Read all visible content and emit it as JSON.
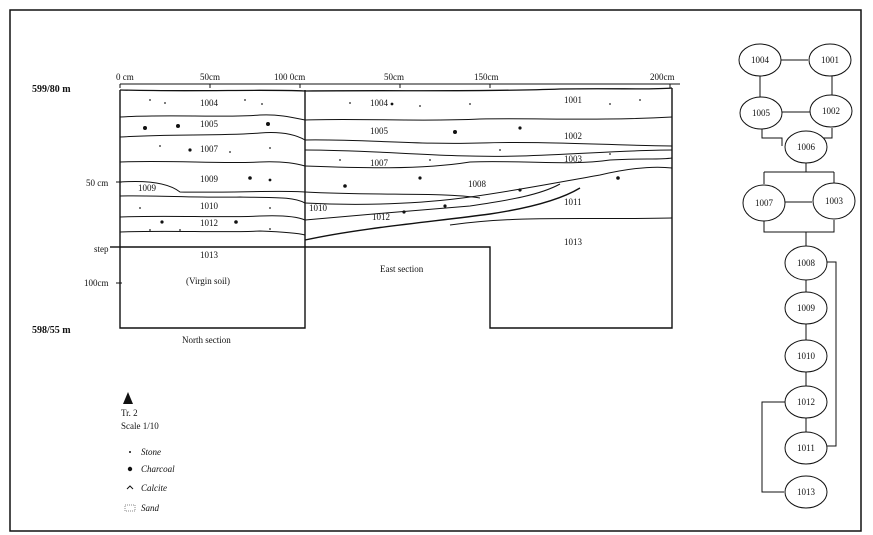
{
  "section": {
    "elevation_top": "599/80 m",
    "elevation_bottom": "598/55 m",
    "ruler_top": [
      "0 cm",
      "50cm",
      "100 0cm",
      "50cm",
      "150cm",
      "200cm"
    ],
    "depth_labels": [
      "50 cm",
      "step",
      "100cm"
    ],
    "north_labels": [
      "1004",
      "1005",
      "1007",
      "1009",
      "1009",
      "1010",
      "1012",
      "1013",
      "(Virgin soil)"
    ],
    "east_labels": [
      "1004",
      "1001",
      "1005",
      "1002",
      "1007",
      "1003",
      "1008",
      "1010",
      "1012",
      "1011",
      "1013"
    ],
    "north_caption": "North section",
    "east_caption": "East section"
  },
  "legend": {
    "trench": "Tr. 2",
    "scale": "Scale 1/10",
    "items": [
      "Stone",
      "Charcoal",
      "Calcite",
      "Sand"
    ]
  },
  "matrix": {
    "nodes": [
      "1004",
      "1001",
      "1005",
      "1002",
      "1006",
      "1007",
      "1003",
      "1008",
      "1009",
      "1010",
      "1012",
      "1011",
      "1013"
    ]
  }
}
